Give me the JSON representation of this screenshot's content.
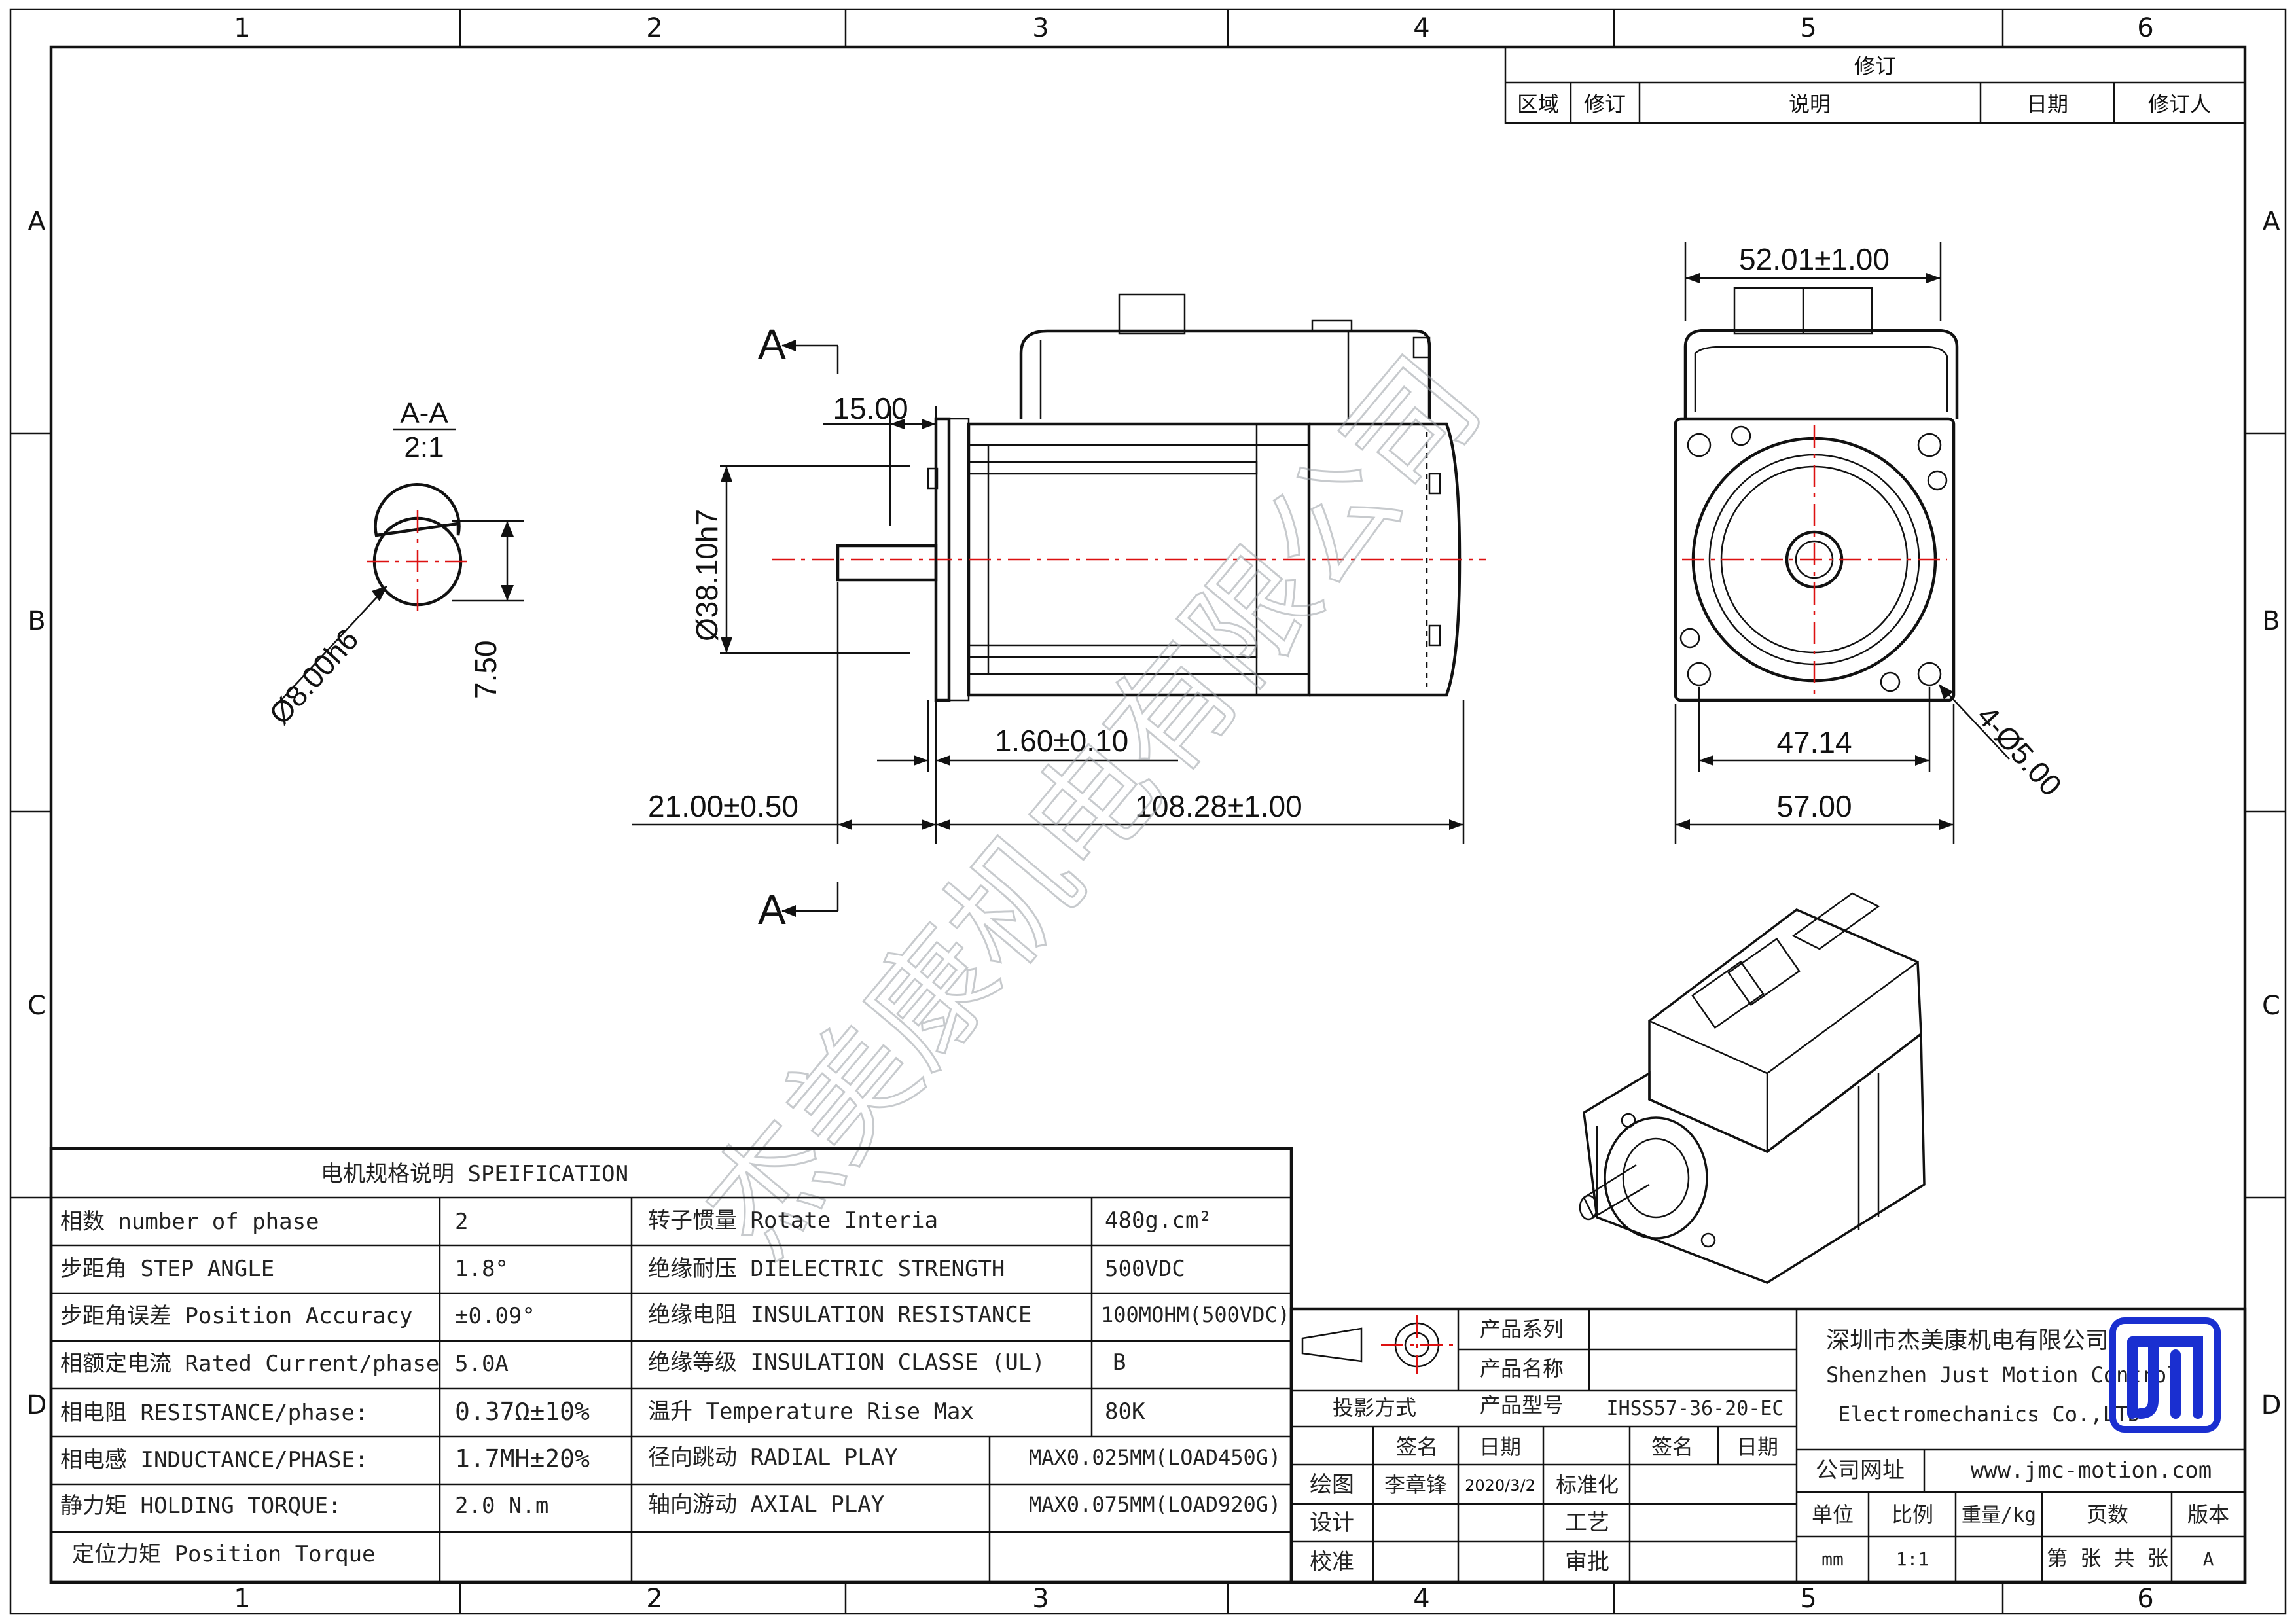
{
  "border": {
    "cols": [
      "1",
      "2",
      "3",
      "4",
      "5",
      "6"
    ],
    "rows": [
      "A",
      "B",
      "C",
      "D"
    ]
  },
  "revision": {
    "title": "修订",
    "headers": [
      "区域",
      "修订",
      "说明",
      "日期",
      "修订人"
    ]
  },
  "section_view": {
    "name": "A-A",
    "scale": "2:1",
    "dim_diameter": "Ø8.00h6",
    "dim_flat": "7.50"
  },
  "side_view": {
    "section_mark_top": "A",
    "section_mark_bottom": "A",
    "dim_pilot_length": "15.00",
    "dim_pilot_diameter": "Ø38.10h7",
    "dim_flange": "1.60±0.10",
    "dim_shaft_length": "21.00±0.50",
    "dim_body_length": "108.28±1.00"
  },
  "front_view": {
    "dim_driver_width": "52.01±1.00",
    "dim_hole_spacing": "47.14",
    "dim_body_width": "57.00",
    "dim_holes": "4-Ø5.00"
  },
  "watermark": "杰美康机电有限公司",
  "spec": {
    "title": "电机规格说明 SPEIFICATION",
    "rows": [
      {
        "l_label": "相数 number of phase",
        "l_value": "2",
        "r_label": "转子惯量 Rotate Interia",
        "r_value": "480g.cm²"
      },
      {
        "l_label": "步距角 STEP ANGLE",
        "l_value": "1.8°",
        "r_label": "绝缘耐压 DIELECTRIC STRENGTH",
        "r_value": "500VDC"
      },
      {
        "l_label": "步距角误差 Position Accuracy",
        "l_value": "±0.09°",
        "r_label": "绝缘电阻 INSULATION RESISTANCE",
        "r_value": "100MOHM(500VDC)"
      },
      {
        "l_label": "相额定电流 Rated Current/phase",
        "l_value": "5.0A",
        "r_label": "绝缘等级 INSULATION CLASSE (UL)",
        "r_value": "B"
      },
      {
        "l_label": "相电阻 RESISTANCE/phase:",
        "l_value": "0.37Ω±10%",
        "r_label": "温升 Temperature Rise Max",
        "r_value": "80K"
      },
      {
        "l_label": "相电感 INDUCTANCE/PHASE:",
        "l_value": "1.7MH±20%",
        "r_label": "径向跳动 RADIAL PLAY",
        "r_value": "MAX0.025MM(LOAD450G)"
      },
      {
        "l_label": "静力矩 HOLDING TORQUE:",
        "l_value": "2.0 N.m",
        "r_label": "轴向游动 AXIAL PLAY",
        "r_value": "MAX0.075MM(LOAD920G)"
      },
      {
        "l_label": "定位力矩 Position Torque",
        "l_value": "",
        "r_label": "",
        "r_value": ""
      }
    ]
  },
  "title_block": {
    "product_series_label": "产品系列",
    "product_name_label": "产品名称",
    "projection_label": "投影方式",
    "product_model_label": "产品型号",
    "product_model_value": "IHSS57-36-20-EC",
    "sign_label": "签名",
    "date_label": "日期",
    "sign_label_2": "签名",
    "date_label_2": "日期",
    "drawn_label": "绘图",
    "drawn_by": "李章锋",
    "drawn_date": "2020/3/2",
    "standard_label": "标准化",
    "design_label": "设计",
    "process_label": "工艺",
    "check_label": "校准",
    "approve_label": "审批",
    "company_cn": "深圳市杰美康机电有限公司",
    "company_en_1": "Shenzhen Just Motion Control",
    "company_en_2": "Electromechanics Co.,LTD",
    "website_label": "公司网址",
    "website": "www.jmc-motion.com",
    "unit_label": "单位",
    "scale_label": "比例",
    "weight_label": "重量/kg",
    "pages_label": "页数",
    "version_label": "版本",
    "unit_value": "mm",
    "scale_value": "1:1",
    "pages_value": "第 张 共 张",
    "version_value": "A"
  },
  "colors": {
    "logo": "#1a2fd0",
    "centerline": "#dd1111"
  }
}
